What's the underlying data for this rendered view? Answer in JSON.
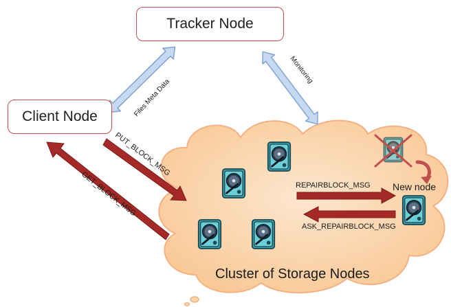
{
  "nodes": {
    "tracker": "Tracker Node",
    "client": "Client Node",
    "new_node": "New node",
    "cluster": "Cluster of Storage Nodes"
  },
  "arrows": {
    "files_meta_data": "Files Meta Data",
    "monitoring": "Monitoring",
    "put_block": "PUT_BLOCK_MSG",
    "get_block": "GET_BLOCK_MSG",
    "repair_block": "REPAIRBLOCK_MSG",
    "ask_repair_block": "ASK_REPAIRBLOCK_MSG"
  },
  "icons": {
    "disk": "hard-disk-icon",
    "failed": "failed-disk-cross-icon",
    "replace": "curved-replace-arrow-icon"
  },
  "colors": {
    "node_border": "#c0504d",
    "cloud_fill": "#fbd3ac",
    "cloud_stroke": "#f4b183",
    "blue_arrow": "#c6d9f1",
    "blue_arrow_stroke": "#7ea4d1",
    "red_arrow": "#a52a27",
    "disk_teal": "#4cb8c4"
  }
}
